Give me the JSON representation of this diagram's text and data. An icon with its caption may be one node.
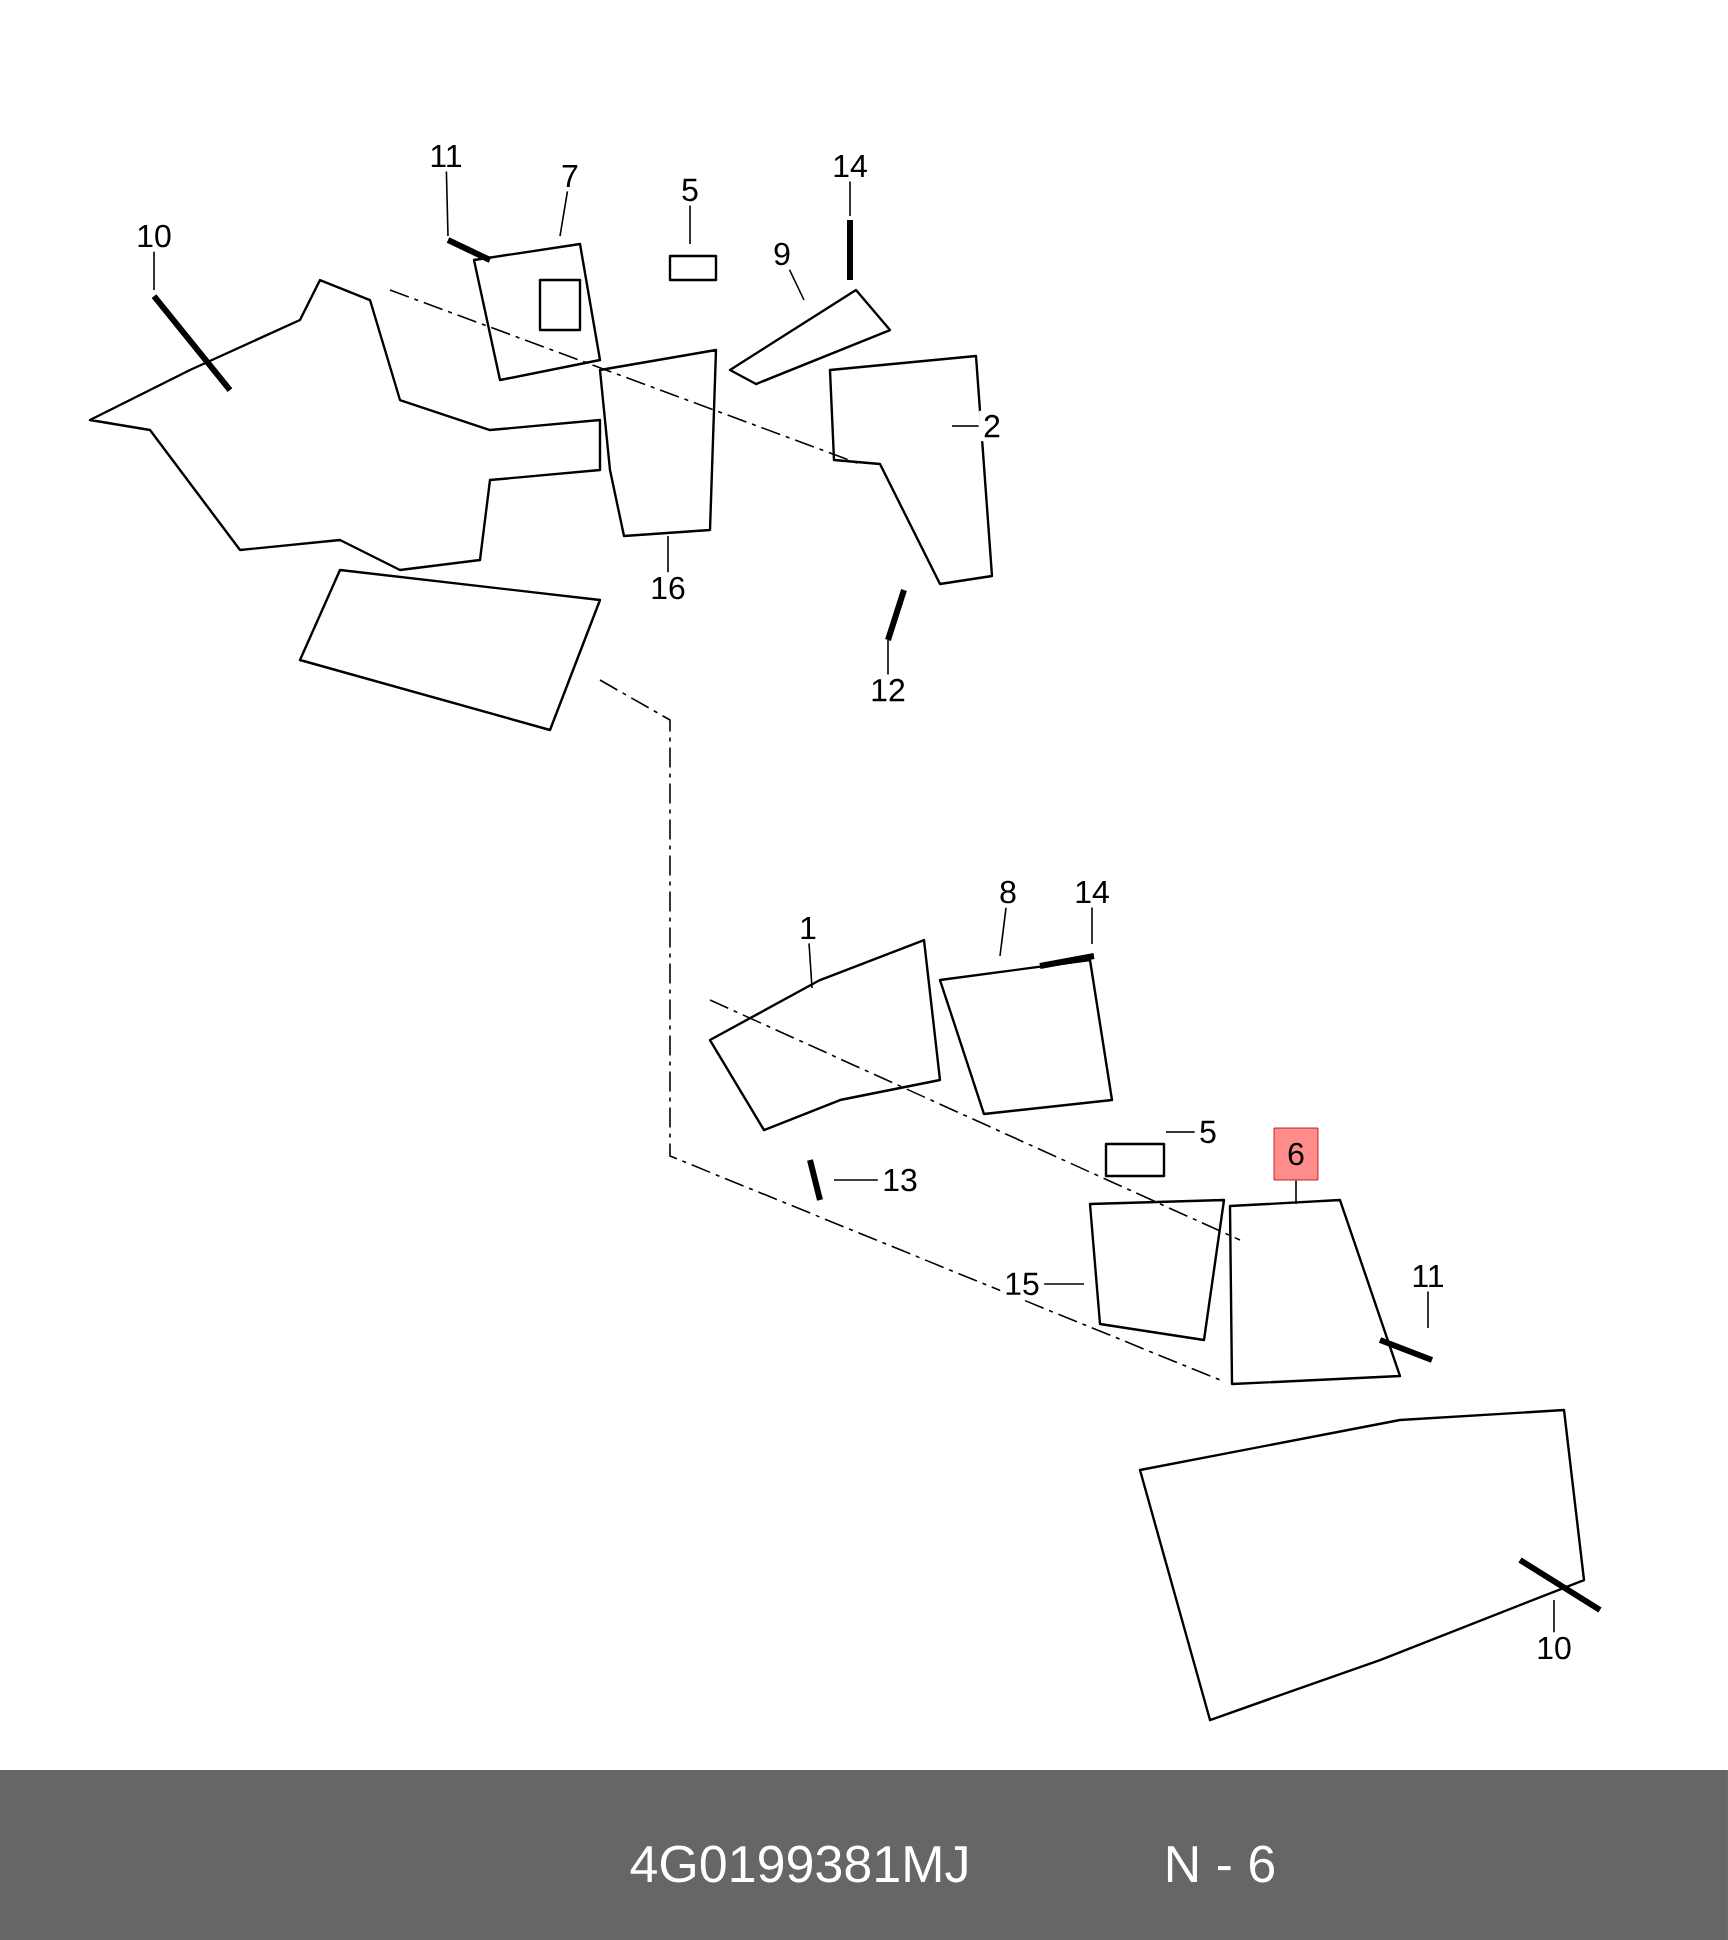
{
  "diagram": {
    "nodes": [
      {
        "text": [
          "11"
        ]
      },
      {
        "text": [
          "14"
        ]
      },
      {
        "text": [
          "7"
        ]
      },
      {
        "text": [
          "5"
        ]
      },
      {
        "text": [
          "10"
        ]
      },
      {
        "text": [
          "9"
        ]
      },
      {
        "text": [
          "2"
        ]
      },
      {
        "text": [
          "16"
        ]
      },
      {
        "text": [
          "12"
        ]
      },
      {
        "text": [
          "14"
        ]
      },
      {
        "text": [
          "8"
        ]
      },
      {
        "text": [
          "1"
        ]
      },
      {
        "text": [
          "5"
        ]
      },
      {
        "text": [
          "6"
        ]
      },
      {
        "text": [
          "13"
        ]
      },
      {
        "text": [
          "11"
        ]
      },
      {
        "text": [
          "15"
        ]
      },
      {
        "text": [
          "10"
        ]
      }
    ],
    "edges": [
      {
        "from": 0,
        "to": null,
        "arrow": "none"
      },
      {
        "from": 1,
        "to": null,
        "arrow": "none"
      },
      {
        "from": 2,
        "to": null,
        "arrow": "none"
      },
      {
        "from": 3,
        "to": null,
        "arrow": "none"
      },
      {
        "from": 4,
        "to": null,
        "arrow": "none"
      },
      {
        "from": 5,
        "to": null,
        "arrow": "none"
      },
      {
        "from": 6,
        "to": null,
        "arrow": "none"
      },
      {
        "from": 7,
        "to": null,
        "arrow": "none"
      },
      {
        "from": 8,
        "to": null,
        "arrow": "none"
      },
      {
        "from": 9,
        "to": null,
        "arrow": "none"
      },
      {
        "from": 10,
        "to": null,
        "arrow": "none"
      },
      {
        "from": 11,
        "to": null,
        "arrow": "none"
      },
      {
        "from": 12,
        "to": null,
        "arrow": "none"
      },
      {
        "from": 13,
        "to": null,
        "arrow": "none"
      },
      {
        "from": 14,
        "to": null,
        "arrow": "none"
      },
      {
        "from": 15,
        "to": null,
        "arrow": "none"
      },
      {
        "from": 16,
        "to": null,
        "arrow": "none"
      },
      {
        "from": 17,
        "to": null,
        "arrow": "none"
      }
    ],
    "labels": [
      "4G0199381MJ",
      "N - 6"
    ]
  }
}
